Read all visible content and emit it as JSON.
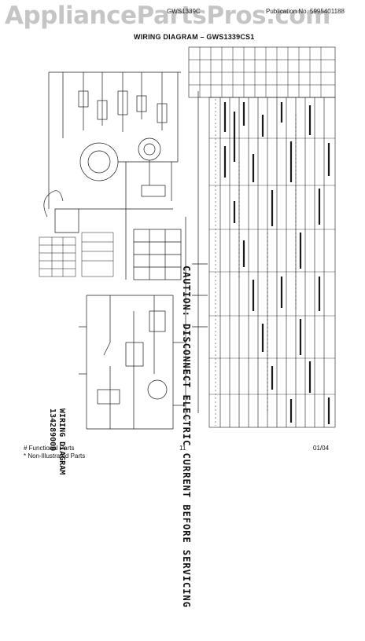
{
  "watermark": "AppliancePartsPros.com",
  "header": {
    "model_code": "GWS1339C",
    "publication": "Publication No. 5995401188"
  },
  "diagram": {
    "title": "WIRING DIAGRAM – GWS1339CS1",
    "caution": "CAUTION: DISCONNECT ELECTRIC CURRENT BEFORE SERVICING",
    "wiring_label": "WIRING DIAGRAM",
    "wiring_number": "134289000"
  },
  "footer": {
    "functional_parts": "# Functional Parts",
    "non_illustrated": "* Non-Illustrated Parts",
    "page": "11",
    "date": "01/04"
  },
  "colors": {
    "ink": "#1a1a1a",
    "watermark": "#969696"
  }
}
